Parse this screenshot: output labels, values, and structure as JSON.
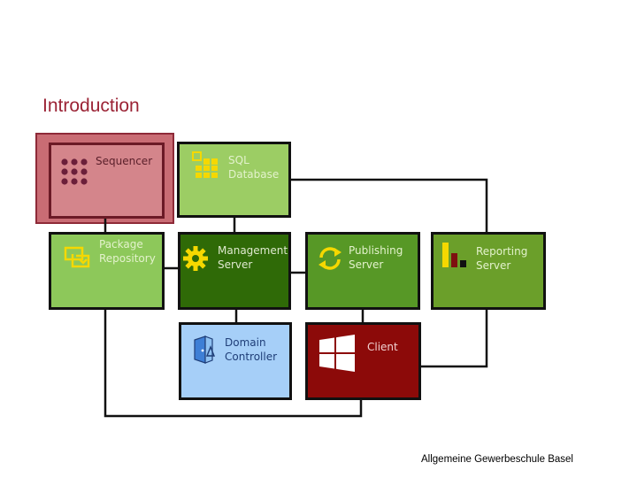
{
  "slide": {
    "title": "Introduction",
    "footer": "Allgemeine Gewerbeschule Basel"
  },
  "tiles": {
    "sequencer": {
      "label": "Sequencer",
      "bg": "#d4858b",
      "text": "#5a1f2a",
      "icon": "dots-grid-icon"
    },
    "sql": {
      "label": "SQL\nDatabase",
      "bg": "#9ccd64",
      "text": "#e3f2cc",
      "icon": "table-grid-icon"
    },
    "package": {
      "label": "Package\nRepository",
      "bg": "#8dc85a",
      "text": "#e3f2cc",
      "icon": "box-arrow-icon"
    },
    "management": {
      "label": "Management\nServer",
      "bg": "#2f6a07",
      "text": "#dfe9cf",
      "icon": "gear-icon"
    },
    "publishing": {
      "label": "Publishing\nServer",
      "bg": "#579826",
      "text": "#e3f2cc",
      "icon": "refresh-icon"
    },
    "reporting": {
      "label": "Reporting\nServer",
      "bg": "#6b9f2a",
      "text": "#e3f2cc",
      "icon": "bar-chart-icon"
    },
    "domain": {
      "label": "Domain\nController",
      "bg": "#a6cff8",
      "text": "#1f3e78",
      "icon": "shield-door-icon"
    },
    "client": {
      "label": "Client",
      "bg": "#8c0a09",
      "text": "#f1d1d1",
      "icon": "windows-logo-icon"
    }
  }
}
